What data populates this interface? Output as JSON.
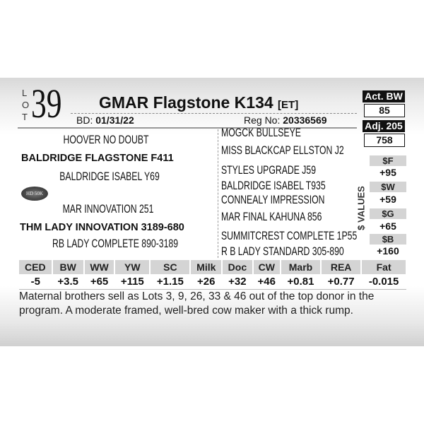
{
  "lot": {
    "letters": [
      "L",
      "O",
      "T"
    ],
    "number": "39"
  },
  "animal": {
    "name": "GMAR Flagstone K134",
    "tag": "[ET]",
    "bd_label": "BD:",
    "bd": "01/31/22",
    "reg_label": "Reg No:",
    "reg": "20336569"
  },
  "weights": [
    {
      "label": "Act. BW",
      "value": "85"
    },
    {
      "label": "Adj. 205",
      "value": "758"
    }
  ],
  "dollar_values": {
    "title": "$ VALUES",
    "items": [
      {
        "label": "$F",
        "value": "+95"
      },
      {
        "label": "$W",
        "value": "+59"
      },
      {
        "label": "$G",
        "value": "+65"
      },
      {
        "label": "$B",
        "value": "+160"
      }
    ]
  },
  "pedigree": {
    "sire_sire": "HOOVER NO DOUBT",
    "sire": "BALDRIDGE FLAGSTONE F411",
    "sire_dam": "BALDRIDGE ISABEL Y69",
    "dam_sire": "MAR INNOVATION 251",
    "dam": "THM LADY INNOVATION 3189-680",
    "dam_dam": "RB LADY COMPLETE 890-3189",
    "badge": "HD 50K",
    "right": [
      "MOGCK BULLSEYE",
      "MISS BLACKCAP ELLSTON J2",
      "STYLES UPGRADE J59",
      "BALDRIDGE ISABEL T935",
      "CONNEALY IMPRESSION",
      "MAR FINAL KAHUNA 856",
      "SUMMITCREST COMPLETE 1P55",
      "R B LADY STANDARD 305-890"
    ]
  },
  "epd": {
    "headers": [
      "CED",
      "BW",
      "WW",
      "YW",
      "SC",
      "Milk",
      "Doc",
      "CW",
      "Marb",
      "REA",
      "Fat"
    ],
    "values": [
      "-5",
      "+3.5",
      "+65",
      "+115",
      "+1.15",
      "+26",
      "+32",
      "+46",
      "+0.81",
      "+0.77",
      "-0.015"
    ]
  },
  "description": "Maternal brothers sell as Lots 3, 9, 26, 33 & 46 out of the top donor in the program.  A moderate framed, well-bred cow maker with a thick rump."
}
